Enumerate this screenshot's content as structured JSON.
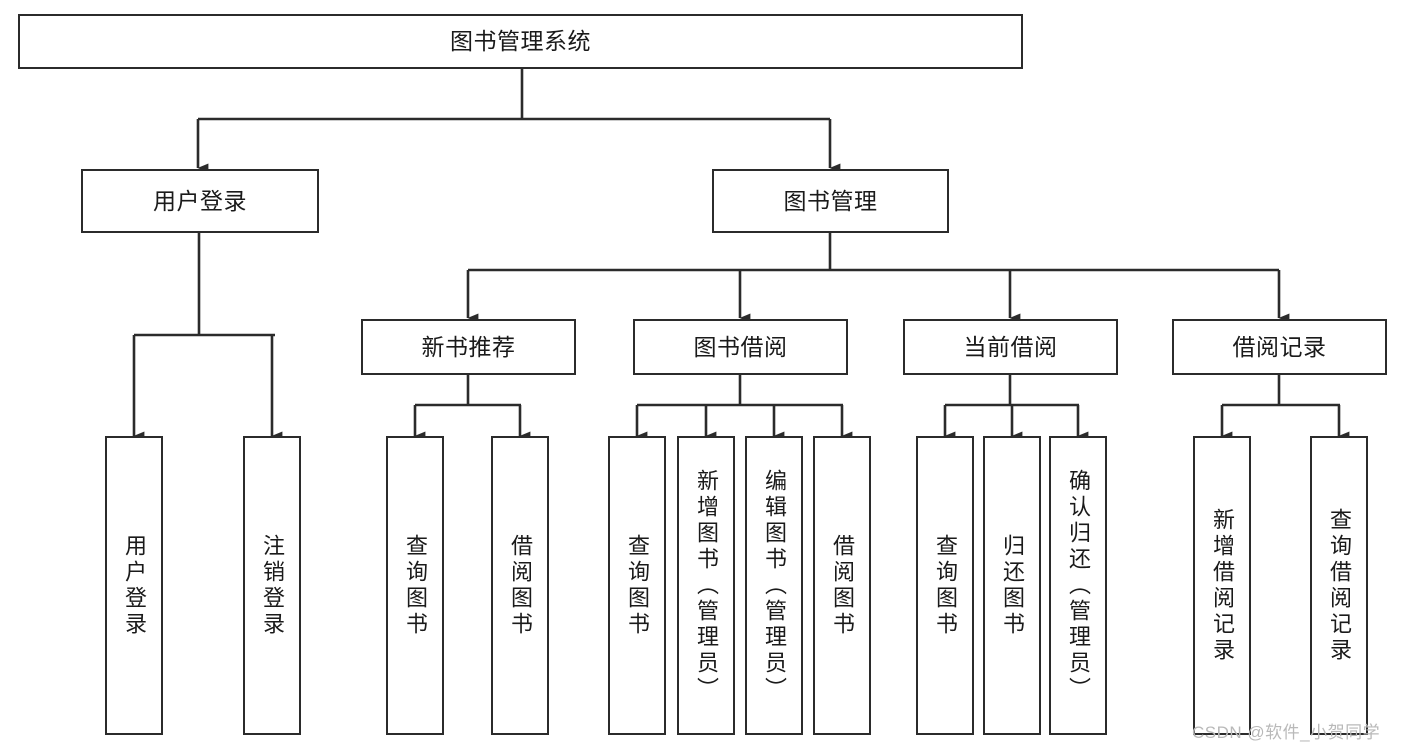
{
  "diagram": {
    "type": "tree-hierarchy-diagram",
    "title": "图书管理系统",
    "watermark": "CSDN @软件_小贺同学",
    "colors": {
      "stroke": "#2b2b2b",
      "fill": "#ffffff",
      "text": "#1a1a1a",
      "watermark": "#b9b9b9"
    },
    "nodes": {
      "root": {
        "label": "图书管理系统"
      },
      "level2": [
        {
          "label": "用户登录"
        },
        {
          "label": "图书管理"
        }
      ],
      "level3": [
        {
          "label": "新书推荐"
        },
        {
          "label": "图书借阅"
        },
        {
          "label": "当前借阅"
        },
        {
          "label": "借阅记录"
        }
      ],
      "leaves": {
        "user_login": [
          {
            "label": "用户登录"
          },
          {
            "label": "注销登录"
          }
        ],
        "new_book_recommend": [
          {
            "label": "查询图书"
          },
          {
            "label": "借阅图书"
          }
        ],
        "book_borrow": [
          {
            "label": "查询图书"
          },
          {
            "label": "新增图书（管理员）"
          },
          {
            "label": "编辑图书（管理员）"
          },
          {
            "label": "借阅图书"
          }
        ],
        "current_borrow": [
          {
            "label": "查询图书"
          },
          {
            "label": "归还图书"
          },
          {
            "label": "确认归还（管理员）"
          }
        ],
        "borrow_record": [
          {
            "label": "新增借阅记录"
          },
          {
            "label": "查询借阅记录"
          }
        ]
      }
    }
  }
}
